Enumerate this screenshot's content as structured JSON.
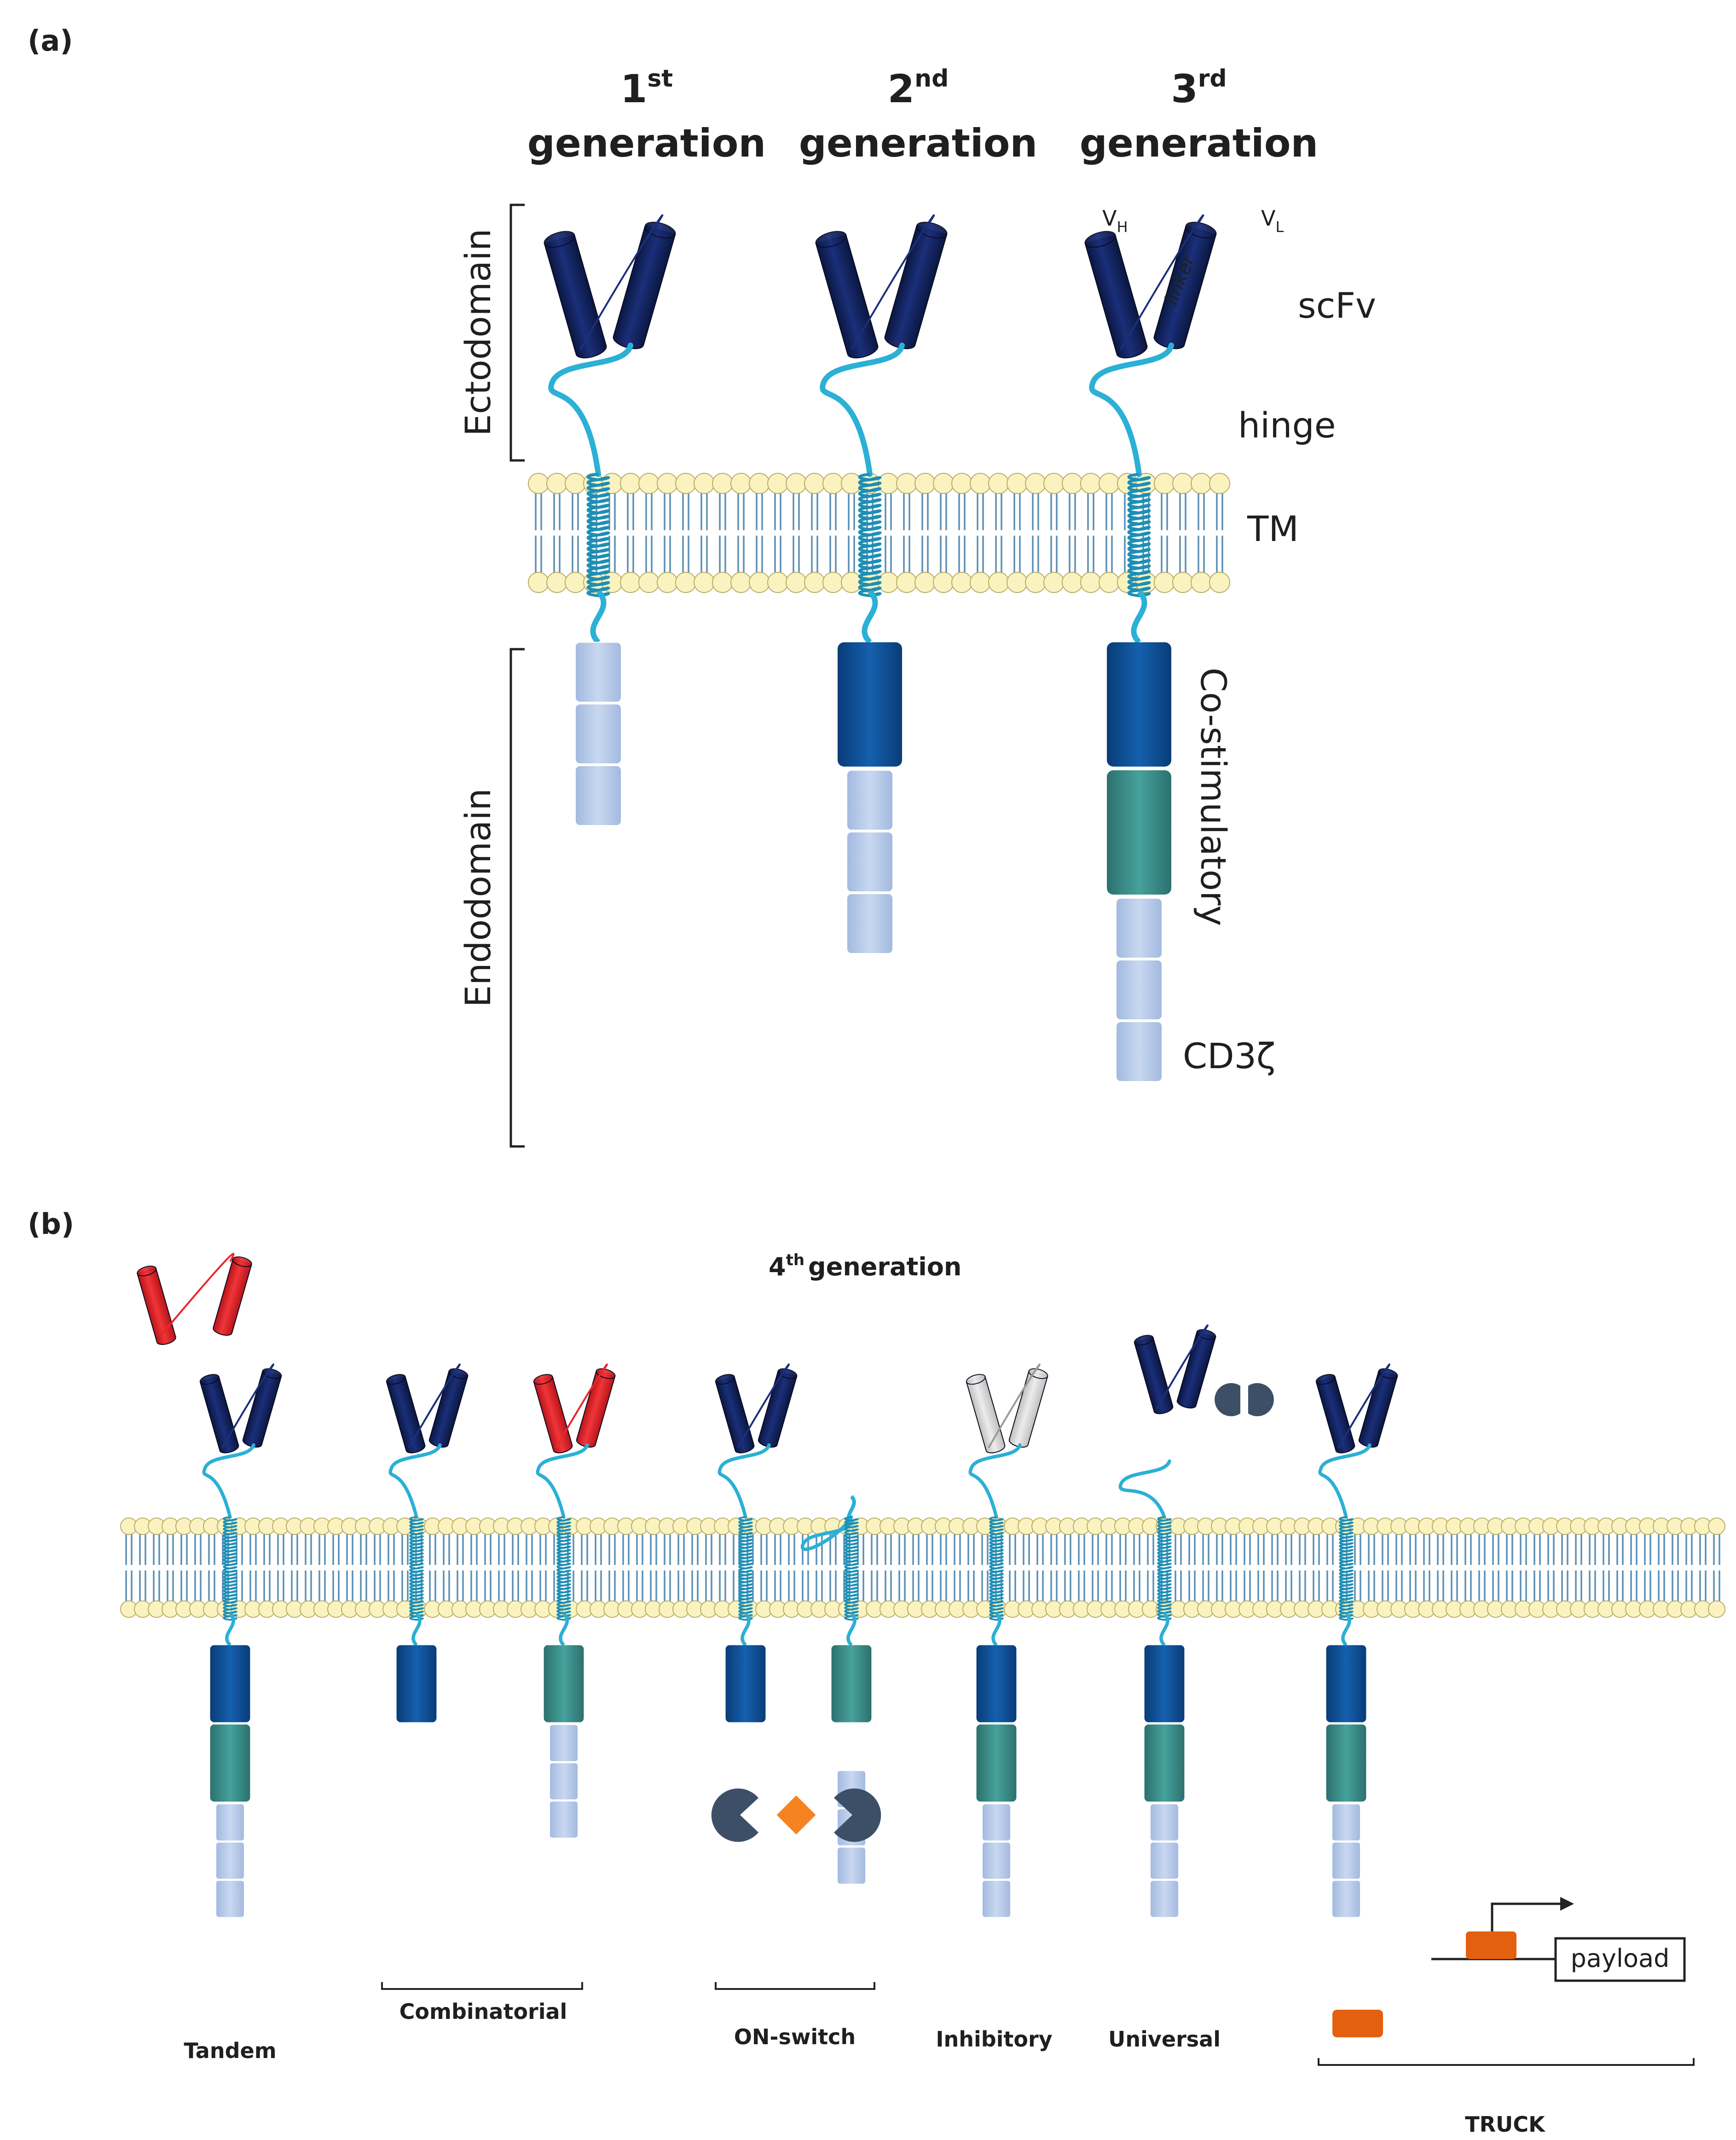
{
  "panel_a": {
    "label": "(a)",
    "generations": [
      {
        "num": "1",
        "sup": "st",
        "word": "generation"
      },
      {
        "num": "2",
        "sup": "nd",
        "word": "generation"
      },
      {
        "num": "3",
        "sup": "rd",
        "word": "generation"
      }
    ],
    "ectodomain": "Ectodomain",
    "endodomain": "Endodomain",
    "vh": "V",
    "vh_sub": "H",
    "vl": "V",
    "vl_sub": "L",
    "linker": "linker",
    "scfv": "scFv",
    "hinge": "hinge",
    "tm": "TM",
    "costim": "Co-stimulatory",
    "cd3z": "CD3ζ"
  },
  "panel_b": {
    "label": "(b)",
    "title_num": "4",
    "title_sup": "th",
    "title_word": "generation",
    "groups": [
      "Tandem",
      "Combinatorial",
      "ON-switch",
      "Inhibitory",
      "Universal",
      "TRUCK"
    ],
    "payload": "payload"
  },
  "colors": {
    "scfv": "#0d1f5c",
    "costim_dark": "#0d4f9a",
    "costim_teal": "#3a8c88",
    "cd3z": "#b3c8e8",
    "antigen_red": "#e8262b",
    "inhibitory_grey": "#d9d9d9",
    "hinge": "#2bb0d6",
    "lipid_head": "#fbf3bf",
    "lipid_tail": "#5b8fb5",
    "drug_orange": "#f58320",
    "payload_orange": "#e2600f",
    "adaptor": "#3c4f66"
  }
}
